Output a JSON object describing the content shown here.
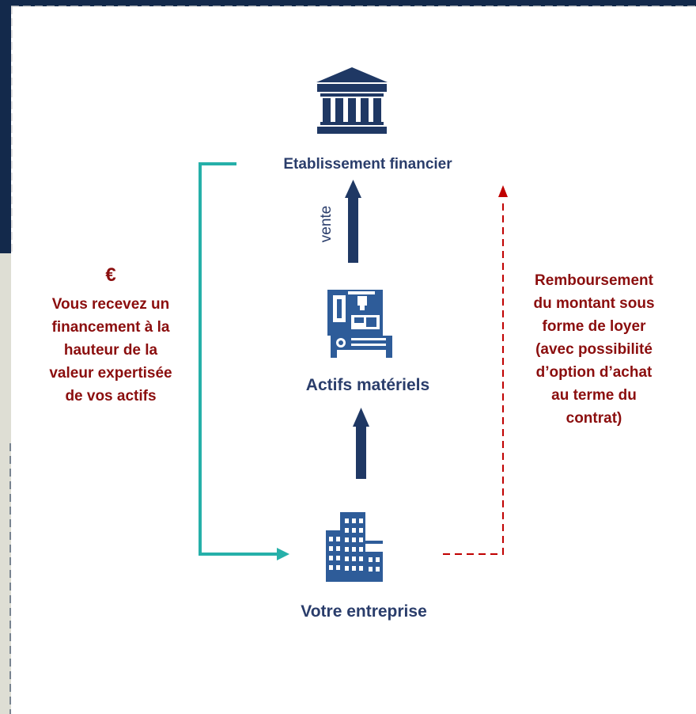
{
  "nodes": {
    "bank": "Etablissement financier",
    "assets": "Actifs matériels",
    "company": "Votre entreprise"
  },
  "edges": {
    "sale_label": "vente"
  },
  "left_annotation": {
    "symbol": "€",
    "lines": [
      "Vous recevez un",
      "financement à la",
      "hauteur de la",
      "valeur expertisée",
      "de vos actifs"
    ]
  },
  "right_annotation": {
    "lines": [
      "Remboursement",
      "du montant sous",
      "forme de loyer",
      "(avec possibilité",
      "d’option d’achat",
      "au terme du",
      "contrat)"
    ]
  },
  "colors": {
    "navy": "#1f3864",
    "icon_blue": "#2e5c99",
    "teal": "#26b0a9",
    "red": "#c00000",
    "text_red": "#8b0e0e",
    "frame_dark": "#13294b",
    "frame_beige": "#deded4"
  },
  "icons": {
    "bank": "bank-icon",
    "machine": "machine-tool-icon",
    "company": "office-buildings-icon"
  }
}
